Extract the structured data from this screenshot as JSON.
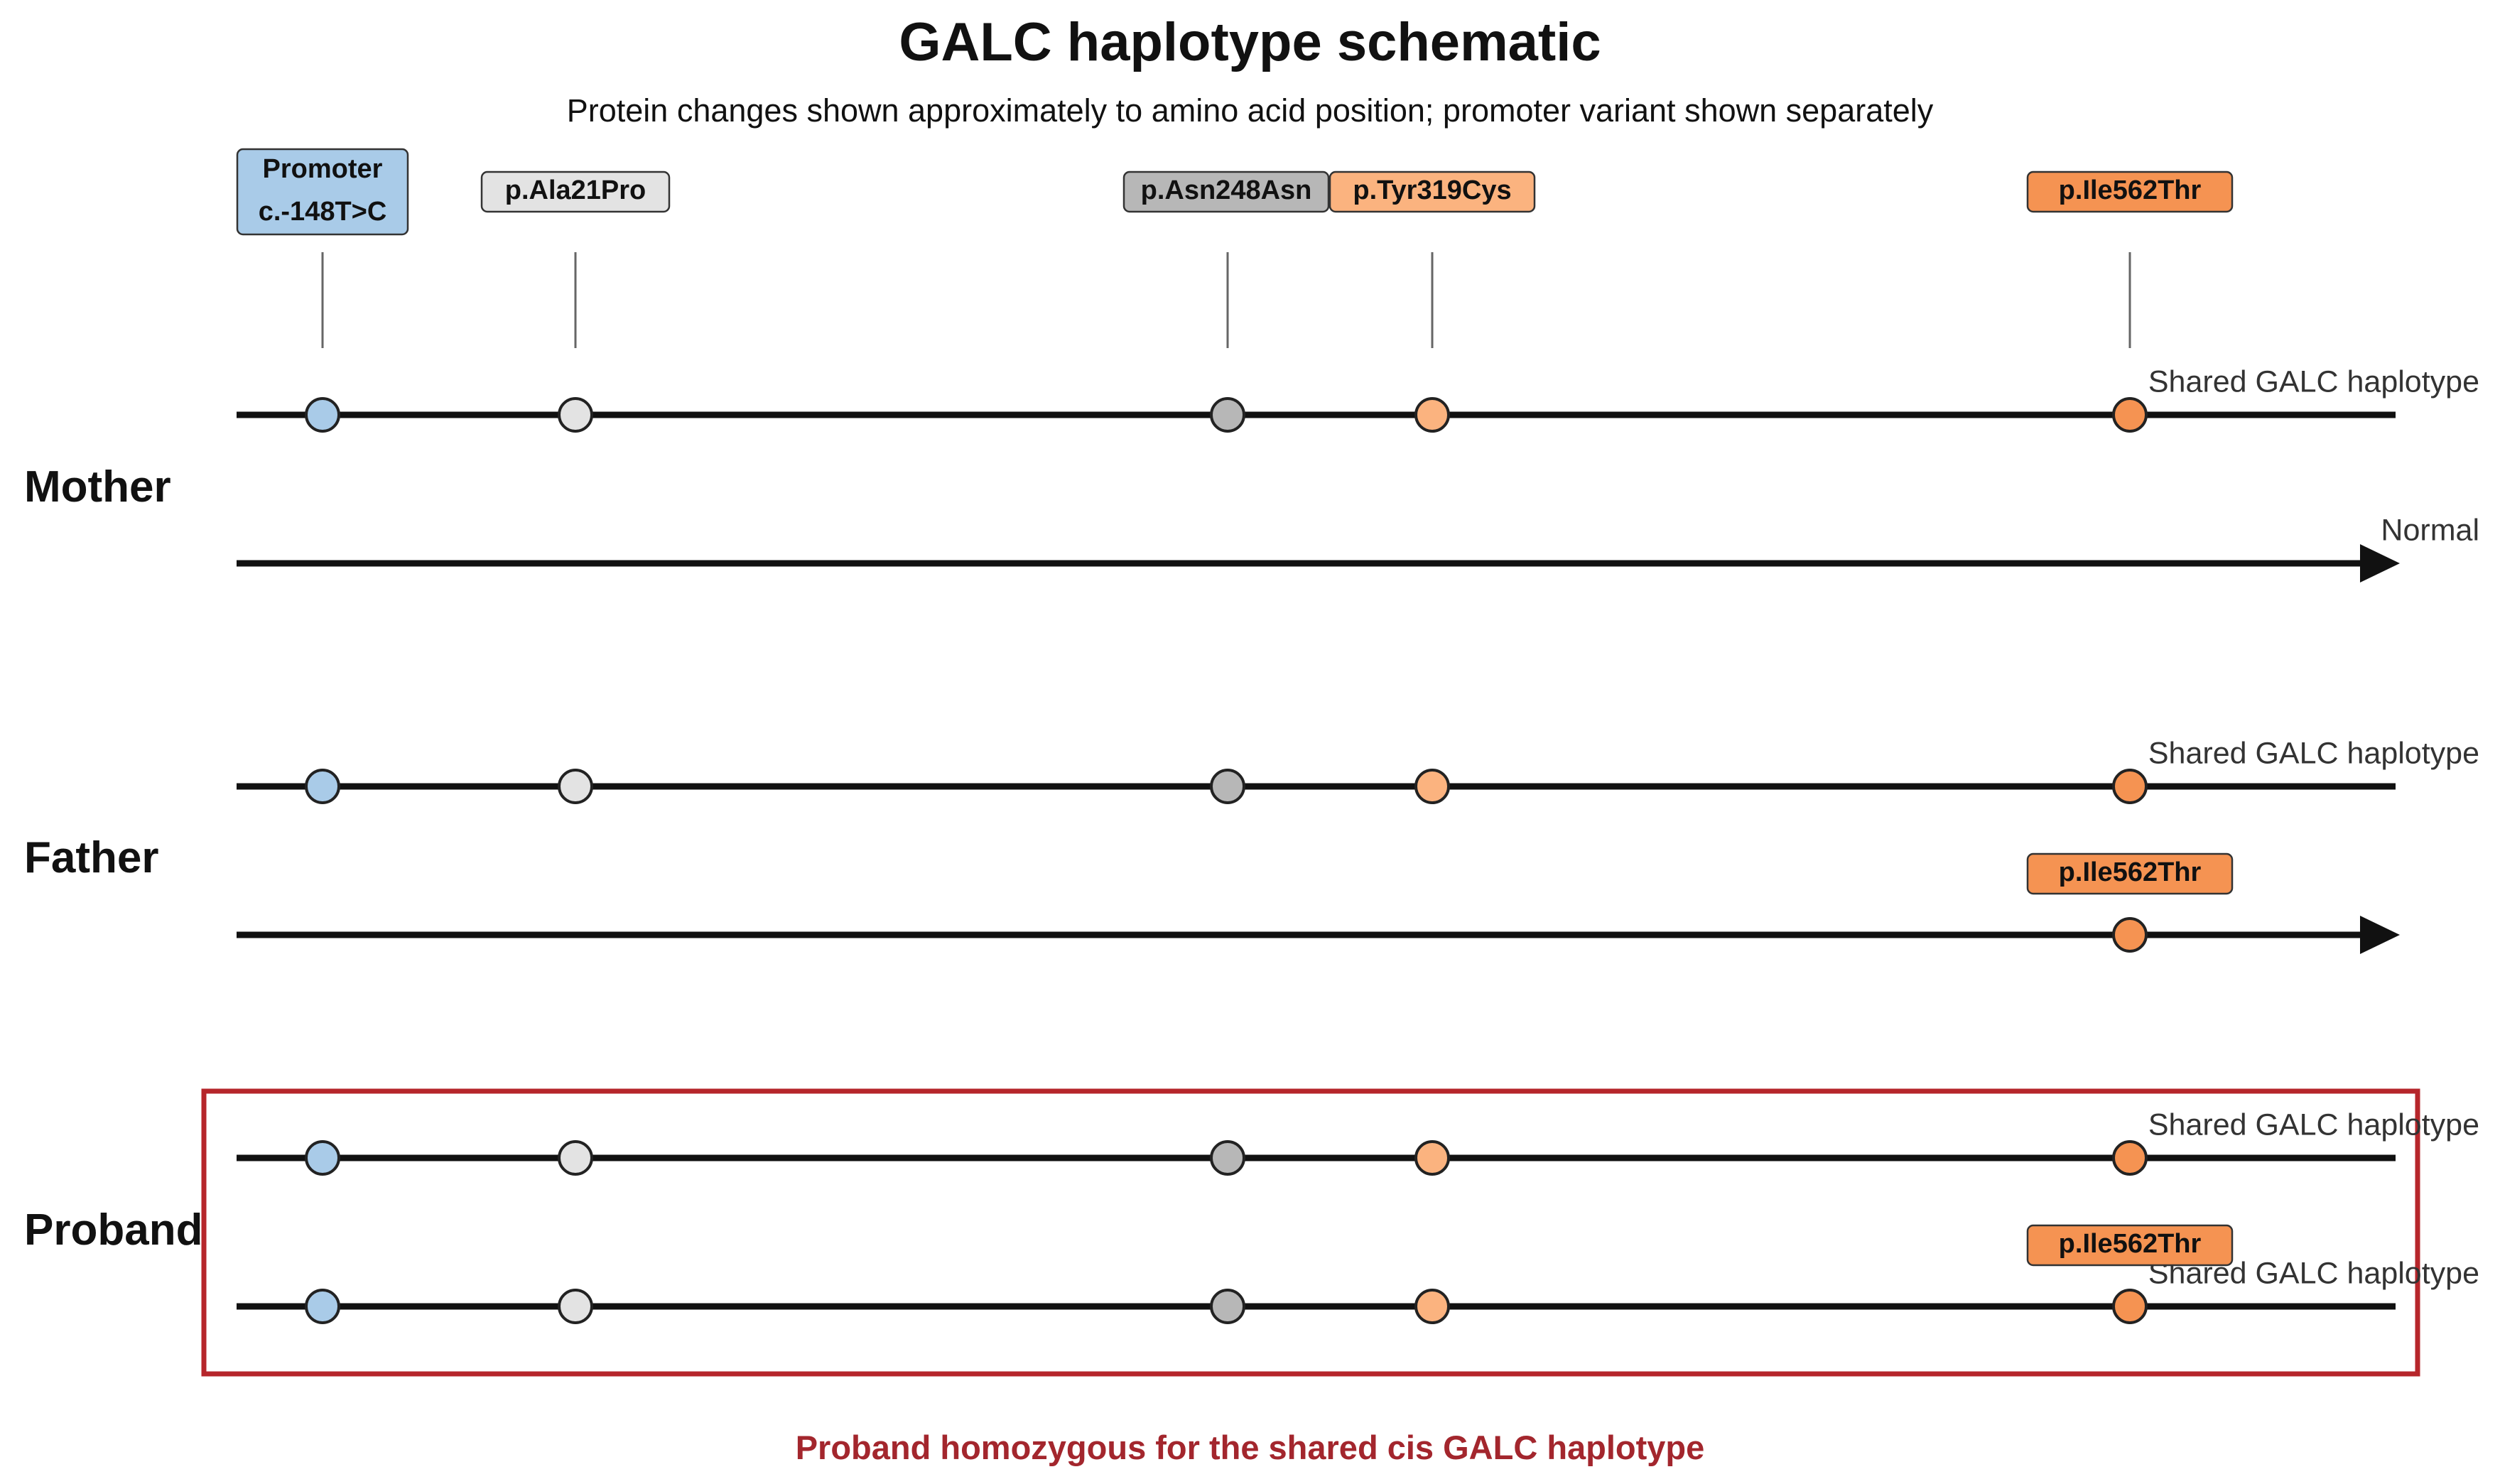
{
  "title": "GALC haplotype schematic",
  "subtitle": "Protein changes shown approximately to amino acid position; promoter variant shown separately",
  "colors": {
    "promoter": "#a9cbe8",
    "benign_light": "#e3e3e3",
    "benign_dark": "#b7b7b7",
    "pathogenic_light": "#fbb37f",
    "pathogenic": "#f59352",
    "highlight_box": "#b6262b",
    "footer_text": "#a3262d",
    "line": "#111111"
  },
  "variants": [
    {
      "id": "promoter",
      "label_lines": [
        "Promoter",
        "c.-148T>C"
      ],
      "fill": "#a9cbe8",
      "icon": "circle-marker"
    },
    {
      "id": "ala21pro",
      "label_lines": [
        "p.Ala21Pro"
      ],
      "fill": "#e3e3e3",
      "icon": "circle-marker"
    },
    {
      "id": "asn248asn",
      "label_lines": [
        "p.Asn248Asn"
      ],
      "fill": "#b7b7b7",
      "icon": "circle-marker"
    },
    {
      "id": "tyr319cys",
      "label_lines": [
        "p.Tyr319Cys"
      ],
      "fill": "#fbb37f",
      "icon": "circle-marker"
    },
    {
      "id": "ile562thr",
      "label_lines": [
        "p.Ile562Thr"
      ],
      "fill": "#f59352",
      "icon": "circle-marker"
    }
  ],
  "individuals": [
    {
      "name": "Mother",
      "haplotypes": [
        {
          "label": "Shared GALC haplotype",
          "variants": [
            "promoter",
            "ala21pro",
            "asn248asn",
            "tyr319cys",
            "ile562thr"
          ],
          "arrow": false,
          "tag": ""
        },
        {
          "label": "Normal",
          "variants": [],
          "arrow": true,
          "tag": ""
        }
      ]
    },
    {
      "name": "Father",
      "haplotypes": [
        {
          "label": "Shared GALC haplotype",
          "variants": [
            "promoter",
            "ala21pro",
            "asn248asn",
            "tyr319cys",
            "ile562thr"
          ],
          "arrow": false,
          "tag": ""
        },
        {
          "label": "",
          "variants": [
            "ile562thr"
          ],
          "arrow": true,
          "tag": "p.Ile562Thr"
        }
      ]
    },
    {
      "name": "Proband",
      "highlight": true,
      "haplotypes": [
        {
          "label": "Shared GALC haplotype",
          "variants": [
            "promoter",
            "ala21pro",
            "asn248asn",
            "tyr319cys",
            "ile562thr"
          ],
          "arrow": false,
          "tag": ""
        },
        {
          "label": "Shared GALC haplotype",
          "variants": [
            "promoter",
            "ala21pro",
            "asn248asn",
            "tyr319cys",
            "ile562thr"
          ],
          "arrow": false,
          "tag": "p.Ile562Thr"
        }
      ]
    }
  ],
  "footer_note": "Proband homozygous for the shared cis GALC haplotype"
}
